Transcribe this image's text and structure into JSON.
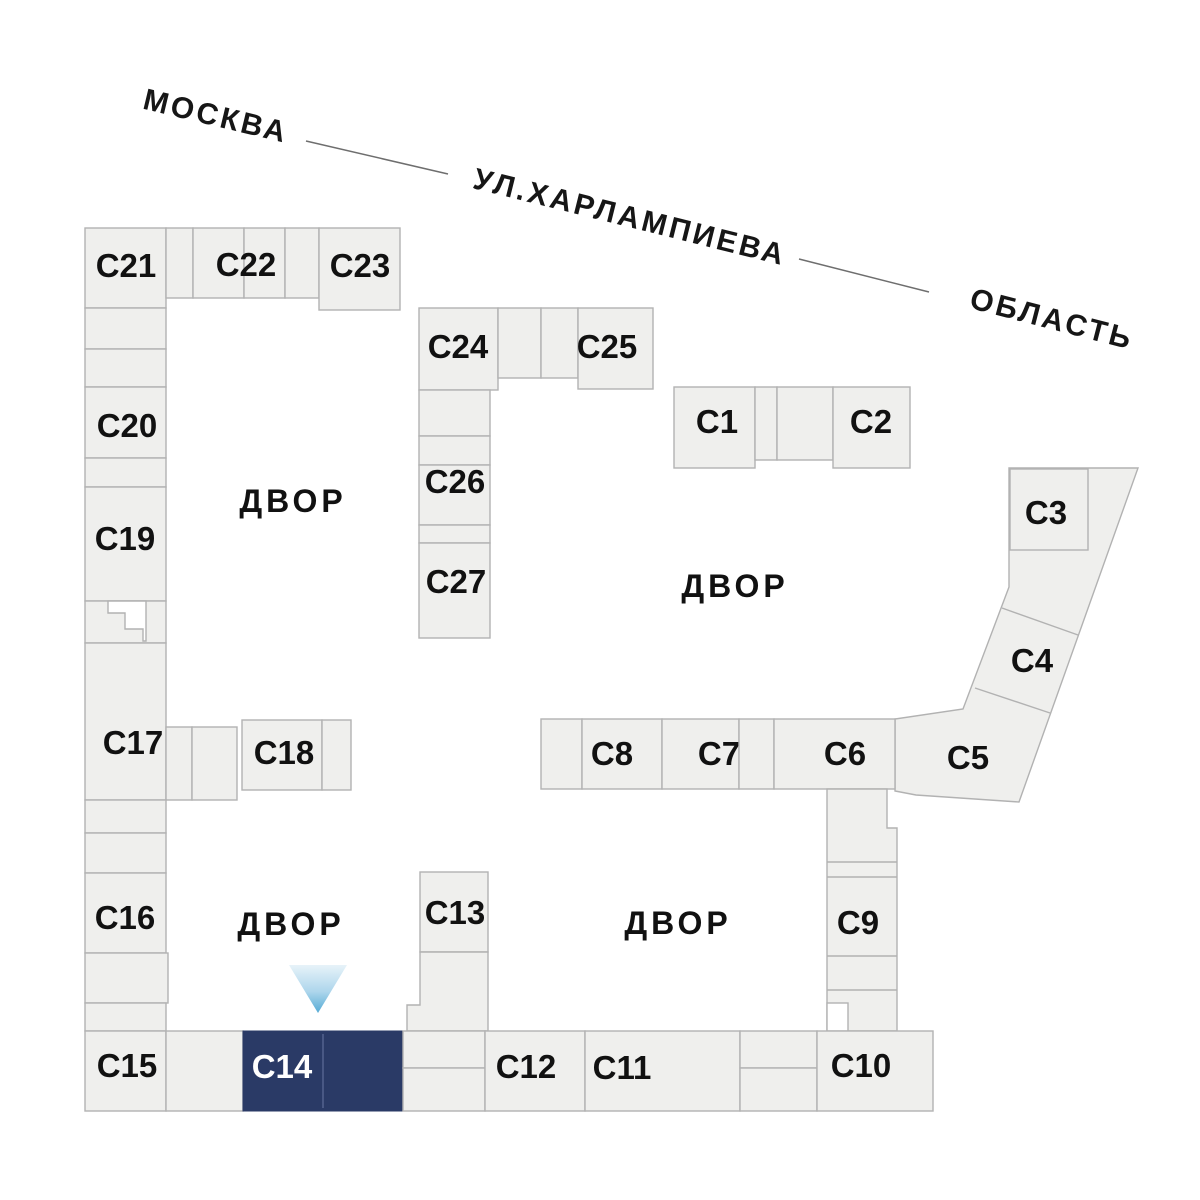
{
  "streets": {
    "moscow": "МОСКВА",
    "kharlampieva": "УЛ.ХАРЛАМПИЕВА",
    "oblast": "ОБЛАСТЬ"
  },
  "courtyard": "ДВОР",
  "buildings": {
    "c1": "С1",
    "c2": "С2",
    "c3": "С3",
    "c4": "С4",
    "c5": "С5",
    "c6": "С6",
    "c7": "С7",
    "c8": "С8",
    "c9": "С9",
    "c10": "С10",
    "c11": "С11",
    "c12": "С12",
    "c13": "С13",
    "c14": "С14",
    "c15": "С15",
    "c16": "С16",
    "c17": "С17",
    "c18": "С18",
    "c19": "С19",
    "c20": "С20",
    "c21": "С21",
    "c22": "С22",
    "c23": "С23",
    "c24": "С24",
    "c25": "С25",
    "c26": "С26",
    "c27": "С27"
  },
  "selected_building": "С14",
  "colors": {
    "background": "#ffffff",
    "building_fill": "#efefed",
    "building_stroke": "#b2b2b2",
    "highlight_fill": "#2a3a66",
    "highlight_divider": "#51608c",
    "label_color": "#111111",
    "courtyard_color": "#111111",
    "street_color": "#161616",
    "street_line": "#6e6e6e",
    "arrow_top": "#e7f3f9",
    "arrow_mid": "#aed6ec",
    "arrow_bottom": "#55abd5"
  }
}
